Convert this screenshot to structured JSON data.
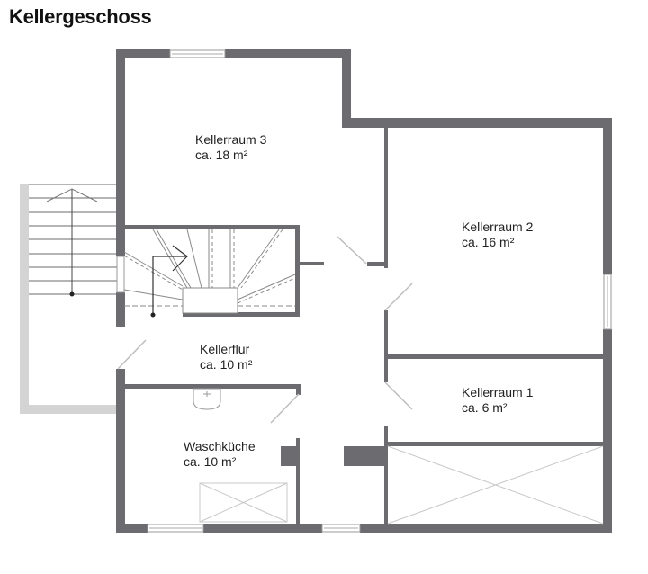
{
  "title": "Kellergeschoss",
  "colors": {
    "wall": "#6b6b70",
    "exterior_stair_wall": "#d4d4d4",
    "door_swing": "#bdbdbd",
    "fixture_line": "#9a9a9a",
    "text": "#222222"
  },
  "rooms": [
    {
      "name": "Kellerraum 3",
      "area": "ca. 18 m²"
    },
    {
      "name": "Kellerraum 2",
      "area": "ca. 16 m²"
    },
    {
      "name": "Kellerraum 1",
      "area": "ca. 6 m²"
    },
    {
      "name": "Kellerflur",
      "area": "ca. 10 m²"
    },
    {
      "name": "Waschküche",
      "area": "ca. 10 m²"
    }
  ]
}
